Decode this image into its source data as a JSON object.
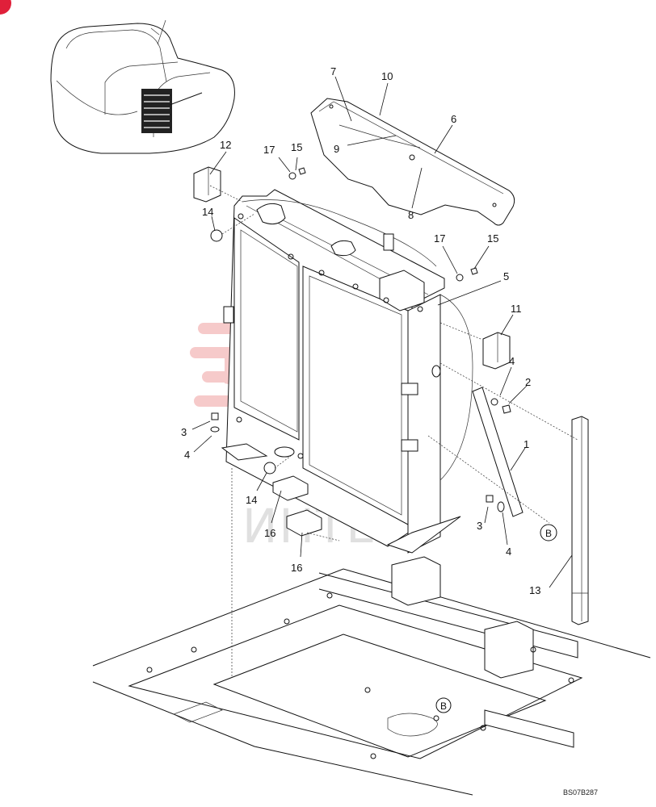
{
  "drawing_code": "BS07B287",
  "watermark": {
    "text": "ИНТЕХ",
    "color": "#f0a0a0"
  },
  "brand_corner_color": "#e0203a",
  "callouts": [
    {
      "id": "c1",
      "label": "1"
    },
    {
      "id": "c2",
      "label": "2"
    },
    {
      "id": "c3a",
      "label": "3"
    },
    {
      "id": "c3b",
      "label": "3"
    },
    {
      "id": "c4a",
      "label": "4"
    },
    {
      "id": "c4b",
      "label": "4"
    },
    {
      "id": "c4c",
      "label": "4"
    },
    {
      "id": "c5",
      "label": "5"
    },
    {
      "id": "c6",
      "label": "6"
    },
    {
      "id": "c7",
      "label": "7"
    },
    {
      "id": "c8",
      "label": "8"
    },
    {
      "id": "c9",
      "label": "9"
    },
    {
      "id": "c10",
      "label": "10"
    },
    {
      "id": "c11",
      "label": "11"
    },
    {
      "id": "c12",
      "label": "12"
    },
    {
      "id": "c13",
      "label": "13"
    },
    {
      "id": "c14a",
      "label": "14"
    },
    {
      "id": "c14b",
      "label": "14"
    },
    {
      "id": "c15a",
      "label": "15"
    },
    {
      "id": "c15b",
      "label": "15"
    },
    {
      "id": "c16a",
      "label": "16"
    },
    {
      "id": "c16b",
      "label": "16"
    },
    {
      "id": "c17a",
      "label": "17"
    },
    {
      "id": "c17b",
      "label": "17"
    }
  ],
  "reference_markers": [
    {
      "id": "rb1",
      "label": "B"
    },
    {
      "id": "rb2",
      "label": "B"
    }
  ]
}
